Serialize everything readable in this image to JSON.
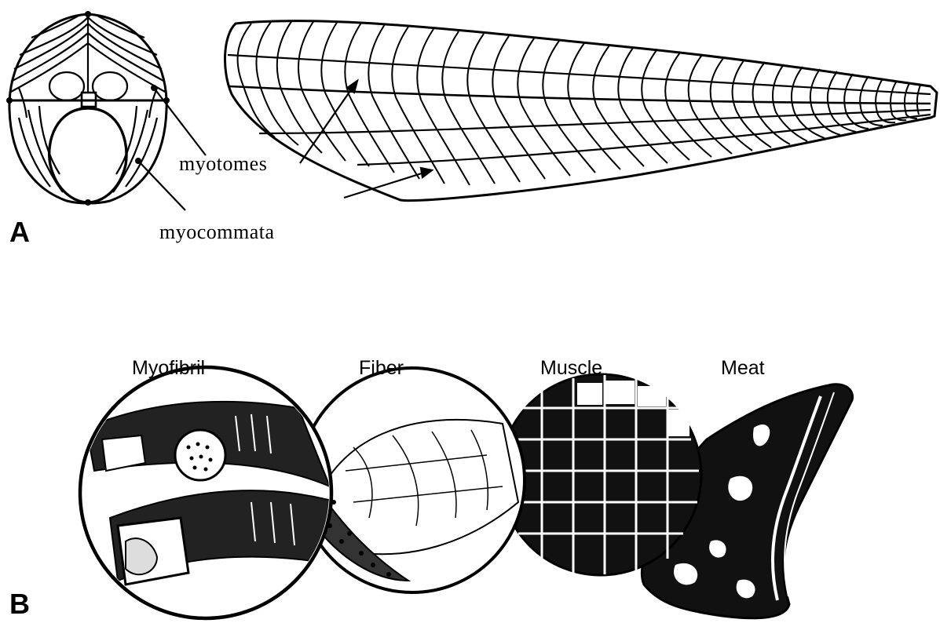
{
  "panel_a": {
    "letter": "A",
    "labels": {
      "myotomes": "myotomes",
      "myocommata": "myocommata"
    }
  },
  "panel_b": {
    "letter": "B",
    "stages": [
      "Myofibril",
      "Fiber",
      "Muscle",
      "Meat"
    ]
  }
}
